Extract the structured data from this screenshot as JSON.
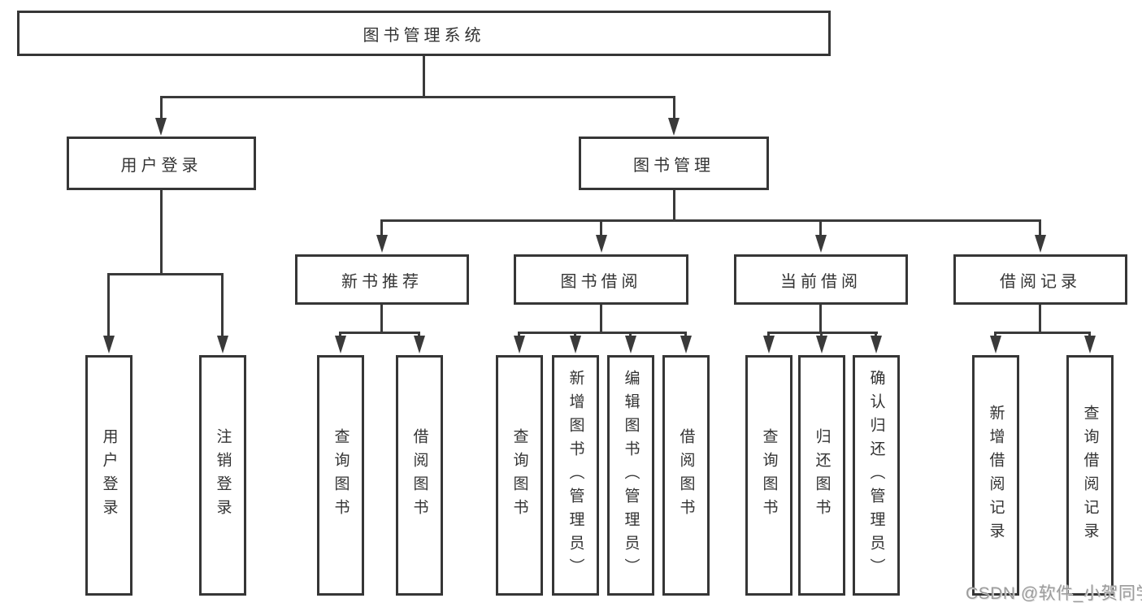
{
  "tree": {
    "label": "图书管理系统",
    "children": [
      {
        "label": "用户登录",
        "children": [
          {
            "label": "用户登录"
          },
          {
            "label": "注销登录"
          }
        ]
      },
      {
        "label": "图书管理",
        "children": [
          {
            "label": "新书推荐",
            "children": [
              {
                "label": "查询图书"
              },
              {
                "label": "借阅图书"
              }
            ]
          },
          {
            "label": "图书借阅",
            "children": [
              {
                "label": "查询图书"
              },
              {
                "label": "新增图书（管理员）"
              },
              {
                "label": "编辑图书（管理员）"
              },
              {
                "label": "借阅图书"
              }
            ]
          },
          {
            "label": "当前借阅",
            "children": [
              {
                "label": "查询图书"
              },
              {
                "label": "归还图书"
              },
              {
                "label": "确认归还（管理员）"
              }
            ]
          },
          {
            "label": "借阅记录",
            "children": [
              {
                "label": "新增借阅记录"
              },
              {
                "label": "查询借阅记录"
              }
            ]
          }
        ]
      }
    ]
  },
  "watermark": "CSDN @软件_小贺同学",
  "colors": {
    "line": "#3a3a3a",
    "box_border": "#363636",
    "text": "#333333",
    "background": "#ffffff",
    "watermark": "#9c9c9c"
  }
}
